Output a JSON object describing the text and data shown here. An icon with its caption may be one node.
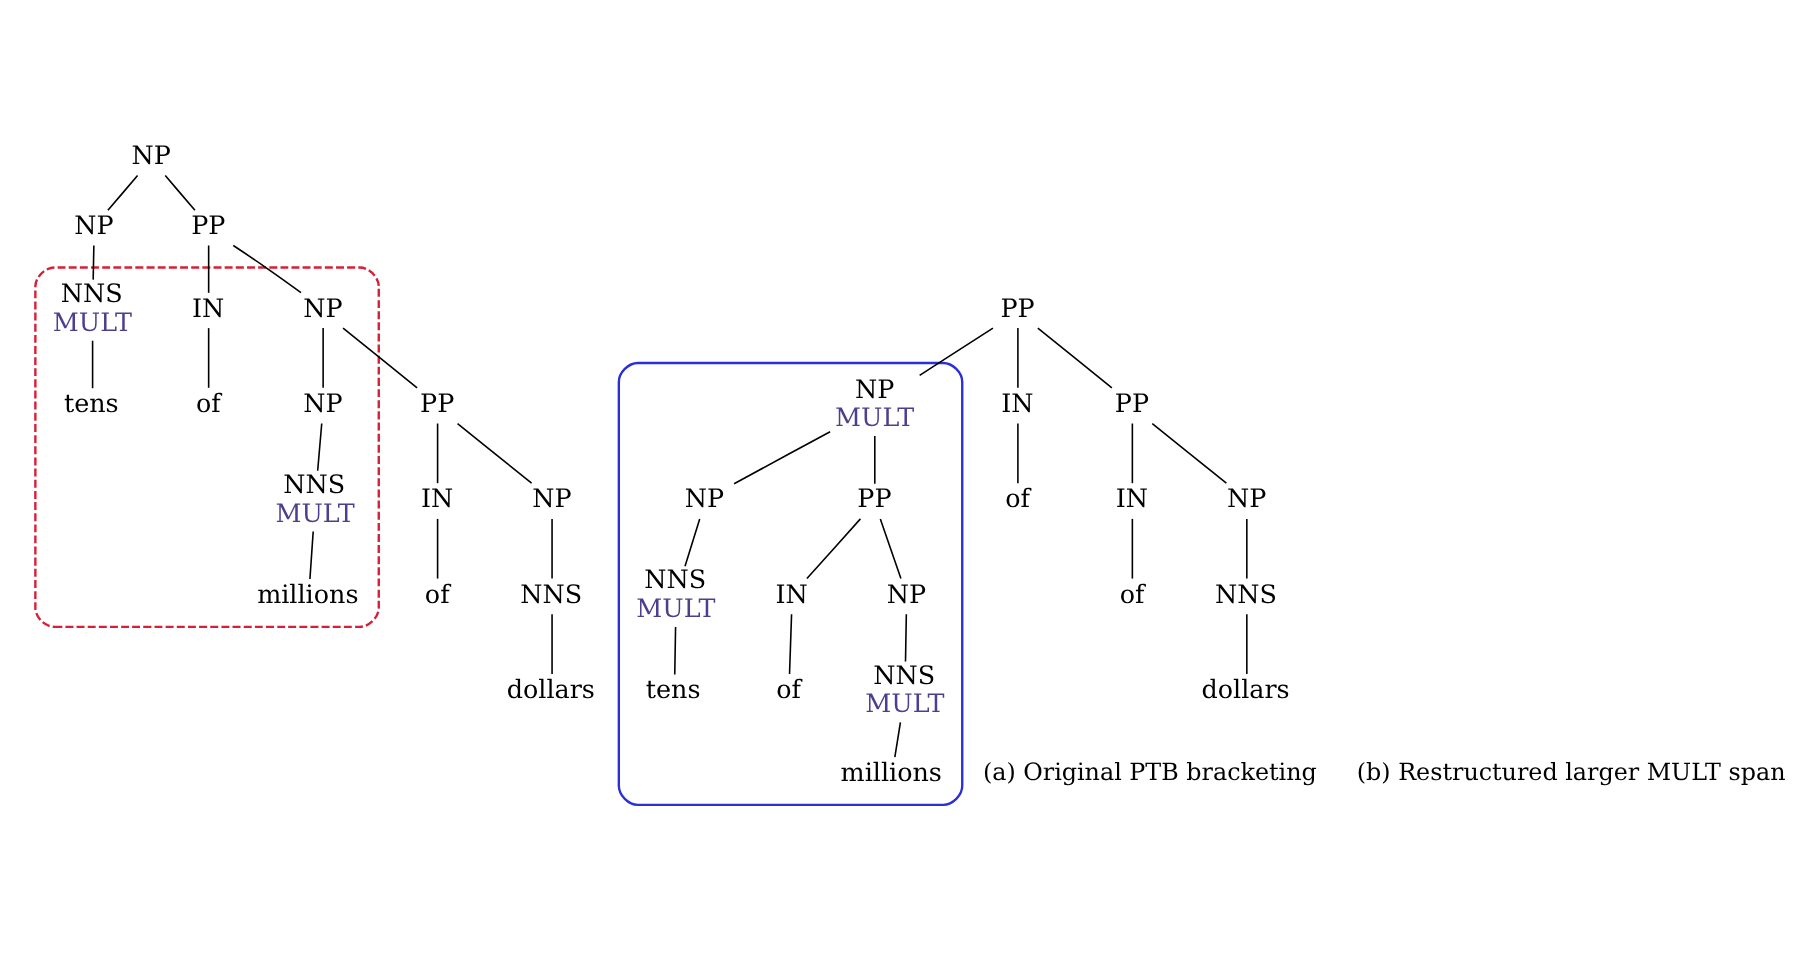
{
  "diagram": {
    "nodes": [
      {
        "text": [
          "NP"
        ]
      },
      {
        "text": [
          "NP"
        ]
      },
      {
        "text": [
          "PP"
        ]
      },
      {
        "text": [],
        "shape": "box"
      },
      {
        "text": [
          "NNS",
          "MULT"
        ],
        "in": 3
      },
      {
        "text": [
          "IN"
        ],
        "in": 3
      },
      {
        "text": [
          "NP"
        ],
        "in": 3
      },
      {
        "text": [
          "tens"
        ],
        "in": 3
      },
      {
        "text": [
          "of"
        ],
        "in": 3
      },
      {
        "text": [
          "NP"
        ],
        "in": 3
      },
      {
        "text": [
          "PP"
        ]
      },
      {
        "text": [
          "NNS",
          "MULT"
        ],
        "in": 3
      },
      {
        "text": [
          "IN"
        ]
      },
      {
        "text": [
          "NP"
        ]
      },
      {
        "text": [
          "millions"
        ],
        "in": 3
      },
      {
        "text": [
          "of"
        ]
      },
      {
        "text": [
          "NNS"
        ]
      },
      {
        "text": [
          "dollars"
        ]
      },
      {
        "text": [
          "PP"
        ]
      },
      {
        "text": [],
        "shape": "box"
      },
      {
        "text": [
          "IN"
        ]
      },
      {
        "text": [
          "NP",
          "MULT"
        ],
        "in": 19
      },
      {
        "text": [
          "PP"
        ]
      },
      {
        "text": [
          "of"
        ]
      },
      {
        "text": [
          "NP"
        ],
        "in": 19
      },
      {
        "text": [
          "PP"
        ],
        "in": 19
      },
      {
        "text": [
          "IN"
        ]
      },
      {
        "text": [
          "NP"
        ]
      },
      {
        "text": [
          "NNS",
          "MULT"
        ],
        "in": 19
      },
      {
        "text": [
          "IN"
        ],
        "in": 19
      },
      {
        "text": [
          "NP"
        ],
        "in": 19
      },
      {
        "text": [
          "of"
        ]
      },
      {
        "text": [
          "NNS"
        ]
      },
      {
        "text": [
          "tens"
        ],
        "in": 19
      },
      {
        "text": [
          "of"
        ],
        "in": 19
      },
      {
        "text": [
          "NNS",
          "MULT"
        ],
        "in": 19
      },
      {
        "text": [
          "dollars"
        ]
      },
      {
        "text": [
          "millions"
        ],
        "in": 19
      }
    ],
    "edges": [
      {
        "from": 0,
        "to": 1,
        "arrow": "none"
      },
      {
        "from": 0,
        "to": 2,
        "arrow": "none"
      },
      {
        "from": 1,
        "to": 4,
        "arrow": "none"
      },
      {
        "from": 4,
        "to": 7,
        "arrow": "none"
      },
      {
        "from": 2,
        "to": 5,
        "arrow": "none"
      },
      {
        "from": 2,
        "to": 6,
        "arrow": "none"
      },
      {
        "from": 5,
        "to": 8,
        "arrow": "none"
      },
      {
        "from": 6,
        "to": 9,
        "arrow": "none"
      },
      {
        "from": 6,
        "to": 10,
        "arrow": "none"
      },
      {
        "from": 9,
        "to": 11,
        "arrow": "none"
      },
      {
        "from": 11,
        "to": 14,
        "arrow": "none"
      },
      {
        "from": 10,
        "to": 12,
        "arrow": "none"
      },
      {
        "from": 10,
        "to": 13,
        "arrow": "none"
      },
      {
        "from": 12,
        "to": 15,
        "arrow": "none"
      },
      {
        "from": 13,
        "to": 16,
        "arrow": "none"
      },
      {
        "from": 16,
        "to": 17,
        "arrow": "none"
      },
      {
        "from": 18,
        "to": 20,
        "arrow": "none"
      },
      {
        "from": 18,
        "to": 21,
        "arrow": "none"
      },
      {
        "from": 18,
        "to": 22,
        "arrow": "none"
      },
      {
        "from": 20,
        "to": 23,
        "arrow": "none"
      },
      {
        "from": 21,
        "to": 24,
        "arrow": "none"
      },
      {
        "from": 21,
        "to": 25,
        "arrow": "none"
      },
      {
        "from": 24,
        "to": 28,
        "arrow": "none"
      },
      {
        "from": 28,
        "to": 33,
        "arrow": "none"
      },
      {
        "from": 25,
        "to": 29,
        "arrow": "none"
      },
      {
        "from": 25,
        "to": 30,
        "arrow": "none"
      },
      {
        "from": 29,
        "to": 34,
        "arrow": "none"
      },
      {
        "from": 30,
        "to": 35,
        "arrow": "none"
      },
      {
        "from": 35,
        "to": 37,
        "arrow": "none"
      },
      {
        "from": 22,
        "to": 26,
        "arrow": "none"
      },
      {
        "from": 22,
        "to": 27,
        "arrow": "none"
      },
      {
        "from": 26,
        "to": 31,
        "arrow": "none"
      },
      {
        "from": 27,
        "to": 32,
        "arrow": "none"
      },
      {
        "from": 32,
        "to": 36,
        "arrow": "none"
      }
    ],
    "labels": [
      "(a) Original PTB bracketing",
      "(b) Restructured larger MULT span"
    ]
  }
}
